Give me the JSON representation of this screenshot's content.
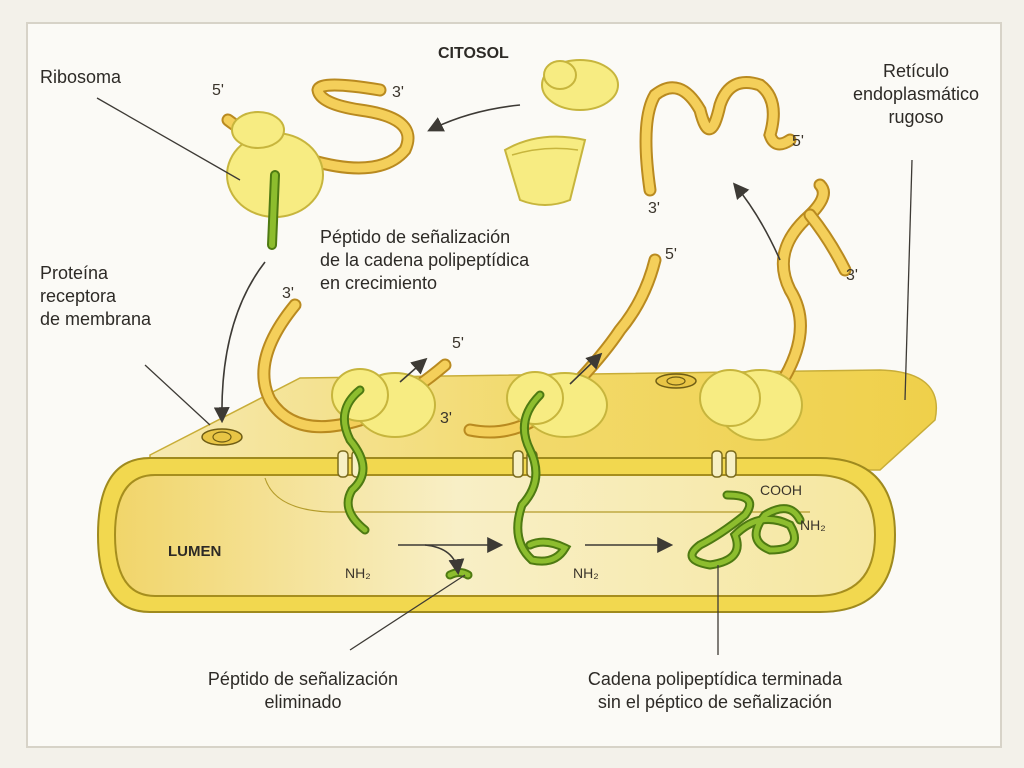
{
  "labels": {
    "citosol": "CITOSOL",
    "ribosoma": "Ribosoma",
    "reticulo": "Retículo\nendoplasmático\nrugoso",
    "peptido_senal": "Péptido de señalización\nde la cadena polipeptídica\nen crecimiento",
    "proteina_receptora": "Proteína\nreceptora\nde membrana",
    "lumen": "LUMEN",
    "peptido_eliminado": "Péptido de señalización\neliminado",
    "cadena_terminada": "Cadena polipeptídica terminada\nsin el péptico de señalización"
  },
  "marks": {
    "five_prime": "5'",
    "three_prime": "3'",
    "nh2": "NH₂",
    "cooh": "COOH"
  },
  "colors": {
    "mrna": "#f4cf5a",
    "mrna_outline": "#c99a25",
    "ribosome": "#f7ec82",
    "ribosome_outline": "#c7b53d",
    "er_membrane": "#f2dd4a",
    "er_body": "#f5e6a8",
    "lumen": "#f8f0c7",
    "peptide": "#8dbd2e",
    "peptide_outline": "#4e7a12"
  }
}
